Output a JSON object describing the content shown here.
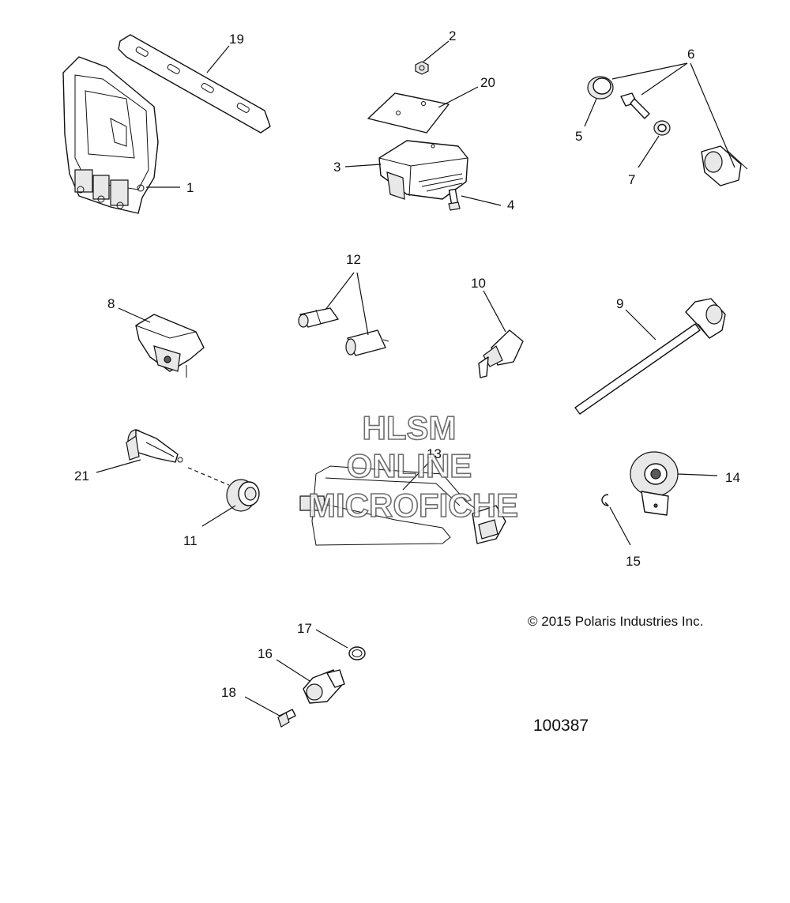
{
  "callouts": {
    "c1": "1",
    "c2": "2",
    "c3": "3",
    "c4": "4",
    "c5": "5",
    "c6": "6",
    "c7": "7",
    "c8": "8",
    "c9": "9",
    "c10": "10",
    "c11": "11",
    "c12": "12",
    "c13": "13",
    "c14": "14",
    "c15": "15",
    "c16": "16",
    "c17": "17",
    "c18": "18",
    "c19": "19",
    "c20": "20",
    "c21": "21"
  },
  "watermark": {
    "line1": "HLSM",
    "line2": "ONLINE",
    "line3": "MICROFICHE"
  },
  "footer": {
    "copyright": "© 2015 Polaris Industries Inc.",
    "drawing_number": "100387"
  }
}
